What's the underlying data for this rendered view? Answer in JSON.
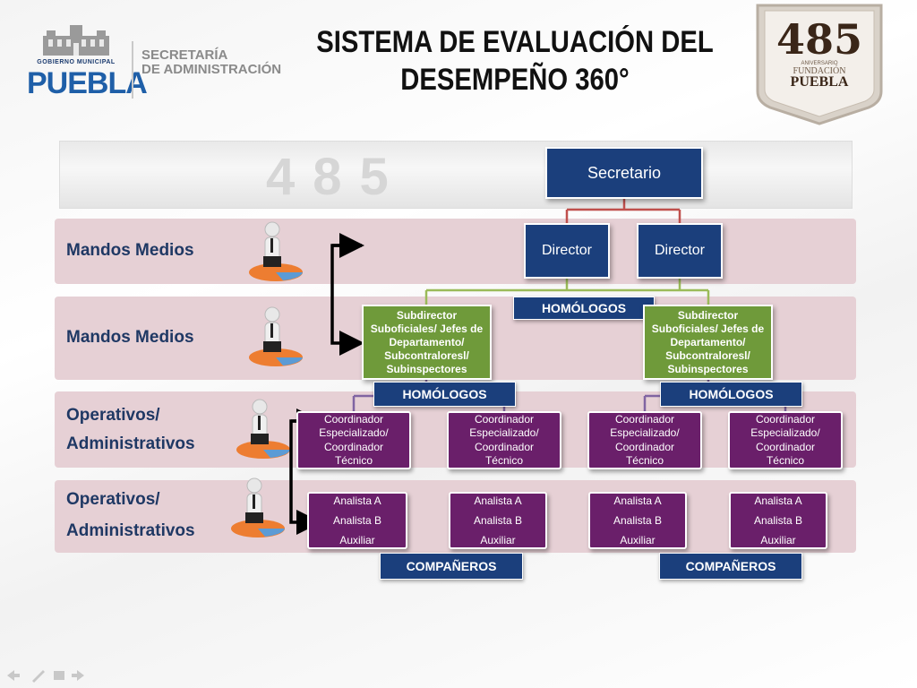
{
  "header": {
    "logo_small_text": "GOBIERNO MUNICIPAL",
    "logo_city": "PUEBLA",
    "secretaria_line1": "SECRETARÍA",
    "secretaria_line2": "DE ADMINISTRACIÓN",
    "title_line1": "SISTEMA DE EVALUACIÓN DEL",
    "title_line2": "DESEMPEÑO 360°",
    "badge_number": "485",
    "badge_sub1": "ANIVERSARIO",
    "badge_sub2": "FUNDACIÓN",
    "badge_city": "PUEBLA"
  },
  "levels": [
    {
      "label": "Mandos Medios"
    },
    {
      "label": "Mandos Medios"
    },
    {
      "label_line1": "Operativos/",
      "label_line2": "Administrativos"
    },
    {
      "label_line1": "Operativos/",
      "label_line2": "Administrativos"
    }
  ],
  "org": {
    "secretario": "Secretario",
    "directors": [
      "Director",
      "Director"
    ],
    "subdirector_lines": [
      "Subdirector",
      "Suboficiales/ Jefes de",
      "Departamento/",
      "Subcontraloresl/",
      "Subinspectores"
    ],
    "coordinador_lines": [
      "Coordinador",
      "Especializado/",
      "Coordinador",
      "Técnico"
    ],
    "analyst_lines": [
      "Analista A",
      "Analista B",
      "Auxiliar"
    ],
    "homologos": "HOMÓLOGOS",
    "companeros": "COMPAÑEROS"
  },
  "colors": {
    "band": "#e6d0d5",
    "blue": "#1b3f7c",
    "green": "#6f9a3a",
    "purple": "#6a1f6a",
    "connector_red": "#c0504d",
    "connector_green": "#9bbb59",
    "connector_purple": "#8064a2"
  }
}
